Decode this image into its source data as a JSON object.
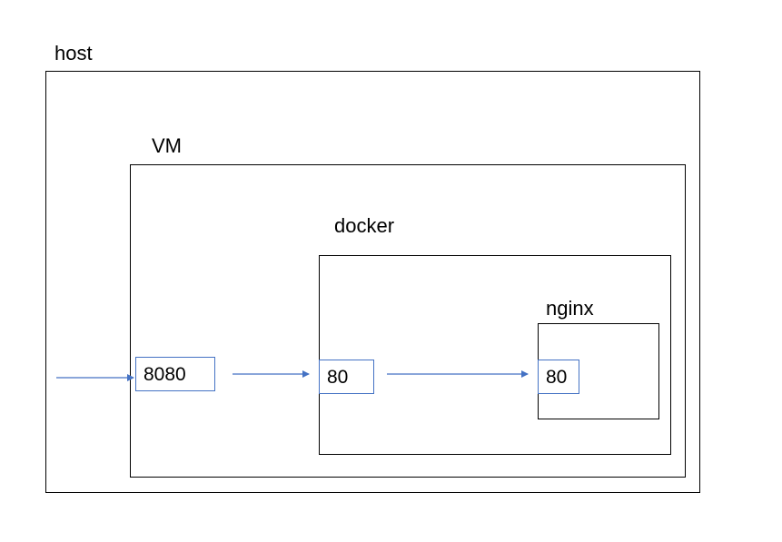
{
  "diagram": {
    "containers": {
      "host": {
        "label": "host"
      },
      "vm": {
        "label": "VM"
      },
      "docker": {
        "label": "docker"
      },
      "nginx": {
        "label": "nginx"
      }
    },
    "ports": {
      "vm_port": {
        "label": "8080"
      },
      "docker_port": {
        "label": "80"
      },
      "nginx_port": {
        "label": "80"
      }
    },
    "colors": {
      "box_border": "#000000",
      "port_border": "#4472c4",
      "arrow": "#4472c4"
    }
  }
}
